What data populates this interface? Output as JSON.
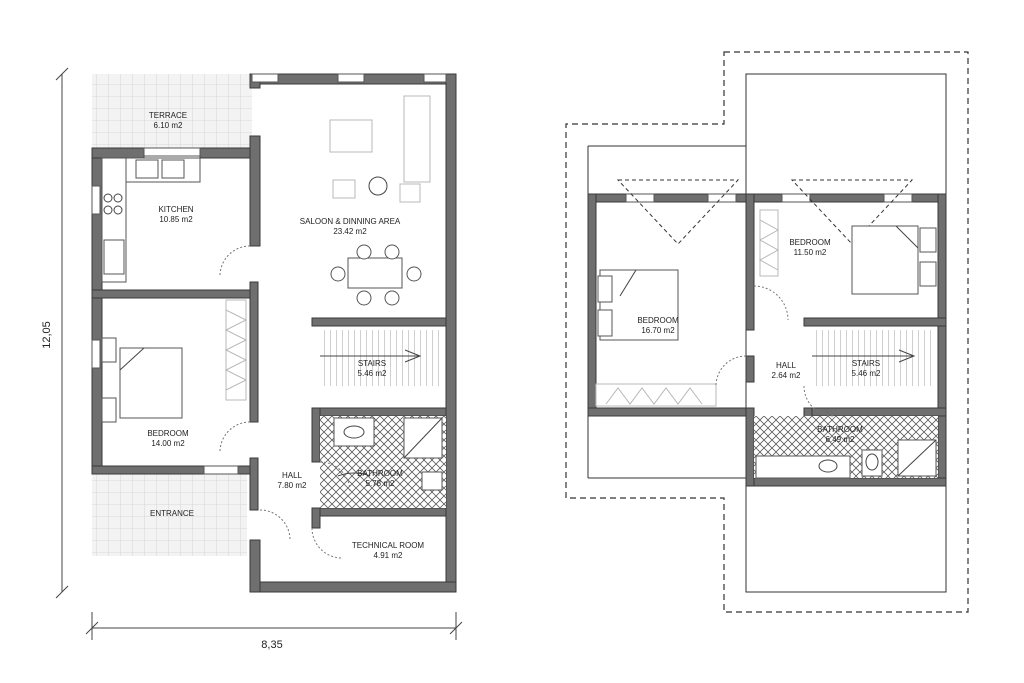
{
  "ground_floor": {
    "rooms": {
      "terrace": {
        "name": "TERRACE",
        "area": "6.10 m2"
      },
      "kitchen": {
        "name": "KITCHEN",
        "area": "10.85 m2"
      },
      "saloon": {
        "name": "SALOON & DINNING AREA",
        "area": "23.42 m2"
      },
      "bedroom": {
        "name": "BEDROOM",
        "area": "14.00 m2"
      },
      "stairs": {
        "name": "STAIRS",
        "area": "5.46 m2"
      },
      "hall": {
        "name": "HALL",
        "area": "7.80 m2"
      },
      "bathroom": {
        "name": "BATHROOM",
        "area": "5.78 m2"
      },
      "entrance": {
        "name": "ENTRANCE"
      },
      "technical": {
        "name": "TECHNICAL ROOM",
        "area": "4.91 m2"
      }
    },
    "dimensions": {
      "height": "12,05",
      "width": "8,35"
    }
  },
  "upper_floor": {
    "rooms": {
      "bedroom_left": {
        "name": "BEDROOM",
        "area": "16.70 m2"
      },
      "bedroom_right": {
        "name": "BEDROOM",
        "area": "11.50 m2"
      },
      "hall": {
        "name": "HALL",
        "area": "2.64 m2"
      },
      "stairs": {
        "name": "STAIRS",
        "area": "5.46 m2"
      },
      "bathroom": {
        "name": "BATHROOM",
        "area": "6.49 m2"
      }
    }
  }
}
